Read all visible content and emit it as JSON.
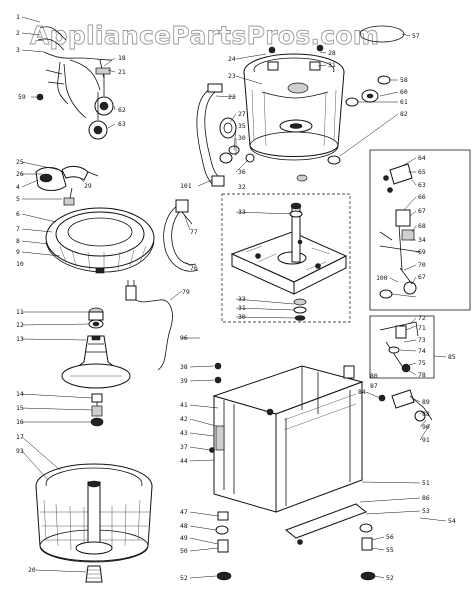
{
  "watermark": "AppliancePartsPros.com",
  "labels": [
    {
      "id": "l1",
      "text": "1"
    },
    {
      "id": "l2",
      "text": "2"
    },
    {
      "id": "l3",
      "text": "3"
    },
    {
      "id": "l18",
      "text": "18"
    },
    {
      "id": "l21",
      "text": "21"
    },
    {
      "id": "l59",
      "text": "59"
    },
    {
      "id": "l62",
      "text": "62"
    },
    {
      "id": "l63",
      "text": "63"
    },
    {
      "id": "l25",
      "text": "25"
    },
    {
      "id": "l26",
      "text": "26"
    },
    {
      "id": "l4",
      "text": "4"
    },
    {
      "id": "l5",
      "text": "5"
    },
    {
      "id": "l6",
      "text": "6"
    },
    {
      "id": "l7",
      "text": "7"
    },
    {
      "id": "l8",
      "text": "8"
    },
    {
      "id": "l9",
      "text": "9"
    },
    {
      "id": "l10",
      "text": "10"
    },
    {
      "id": "l29",
      "text": "29"
    },
    {
      "id": "l24",
      "text": "24"
    },
    {
      "id": "l23",
      "text": "23"
    },
    {
      "id": "l28",
      "text": "28"
    },
    {
      "id": "l31a",
      "text": "31"
    },
    {
      "id": "l22",
      "text": "22"
    },
    {
      "id": "l57",
      "text": "57"
    },
    {
      "id": "l58",
      "text": "58"
    },
    {
      "id": "l60",
      "text": "60"
    },
    {
      "id": "l61",
      "text": "61"
    },
    {
      "id": "l82",
      "text": "82"
    },
    {
      "id": "l27",
      "text": "27"
    },
    {
      "id": "l35",
      "text": "35"
    },
    {
      "id": "l30a",
      "text": "30"
    },
    {
      "id": "l36",
      "text": "36"
    },
    {
      "id": "l101",
      "text": "101"
    },
    {
      "id": "l32",
      "text": "32"
    },
    {
      "id": "l33a",
      "text": "33"
    },
    {
      "id": "l33b",
      "text": "33"
    },
    {
      "id": "l31b",
      "text": "31"
    },
    {
      "id": "l30b",
      "text": "30"
    },
    {
      "id": "l77",
      "text": "77"
    },
    {
      "id": "l76",
      "text": "76"
    },
    {
      "id": "l79",
      "text": "79"
    },
    {
      "id": "l11",
      "text": "11"
    },
    {
      "id": "l12",
      "text": "12"
    },
    {
      "id": "l13",
      "text": "13"
    },
    {
      "id": "l14",
      "text": "14"
    },
    {
      "id": "l15",
      "text": "15"
    },
    {
      "id": "l16",
      "text": "16"
    },
    {
      "id": "l17",
      "text": "17"
    },
    {
      "id": "l93",
      "text": "93"
    },
    {
      "id": "l20",
      "text": "20"
    },
    {
      "id": "l96",
      "text": "96"
    },
    {
      "id": "l38",
      "text": "38"
    },
    {
      "id": "l39",
      "text": "39"
    },
    {
      "id": "l41",
      "text": "41"
    },
    {
      "id": "l42",
      "text": "42"
    },
    {
      "id": "l43",
      "text": "43"
    },
    {
      "id": "l37",
      "text": "37"
    },
    {
      "id": "l44",
      "text": "44"
    },
    {
      "id": "l47",
      "text": "47"
    },
    {
      "id": "l48",
      "text": "48"
    },
    {
      "id": "l49",
      "text": "49"
    },
    {
      "id": "l50",
      "text": "50"
    },
    {
      "id": "l52a",
      "text": "52"
    },
    {
      "id": "l52b",
      "text": "52"
    },
    {
      "id": "l55",
      "text": "55"
    },
    {
      "id": "l56",
      "text": "56"
    },
    {
      "id": "l51",
      "text": "51"
    },
    {
      "id": "l86",
      "text": "86"
    },
    {
      "id": "l53",
      "text": "53"
    },
    {
      "id": "l54",
      "text": "54"
    },
    {
      "id": "l84",
      "text": "84"
    },
    {
      "id": "l89",
      "text": "89"
    },
    {
      "id": "l88",
      "text": "88"
    },
    {
      "id": "l90",
      "text": "90"
    },
    {
      "id": "l91",
      "text": "91"
    },
    {
      "id": "l64",
      "text": "64"
    },
    {
      "id": "l65",
      "text": "65"
    },
    {
      "id": "l63b",
      "text": "63"
    },
    {
      "id": "l66",
      "text": "66"
    },
    {
      "id": "l67a",
      "text": "67"
    },
    {
      "id": "l68",
      "text": "68"
    },
    {
      "id": "l34",
      "text": "34"
    },
    {
      "id": "l69",
      "text": "69"
    },
    {
      "id": "l70",
      "text": "70"
    },
    {
      "id": "l67b",
      "text": "67"
    },
    {
      "id": "l100",
      "text": "100"
    },
    {
      "id": "l72",
      "text": "72"
    },
    {
      "id": "l71",
      "text": "71"
    },
    {
      "id": "l73",
      "text": "73"
    },
    {
      "id": "l74",
      "text": "74"
    },
    {
      "id": "l75",
      "text": "75"
    },
    {
      "id": "l85",
      "text": "85"
    },
    {
      "id": "l78",
      "text": "78"
    },
    {
      "id": "l80",
      "text": "80"
    },
    {
      "id": "l87",
      "text": "87"
    }
  ]
}
